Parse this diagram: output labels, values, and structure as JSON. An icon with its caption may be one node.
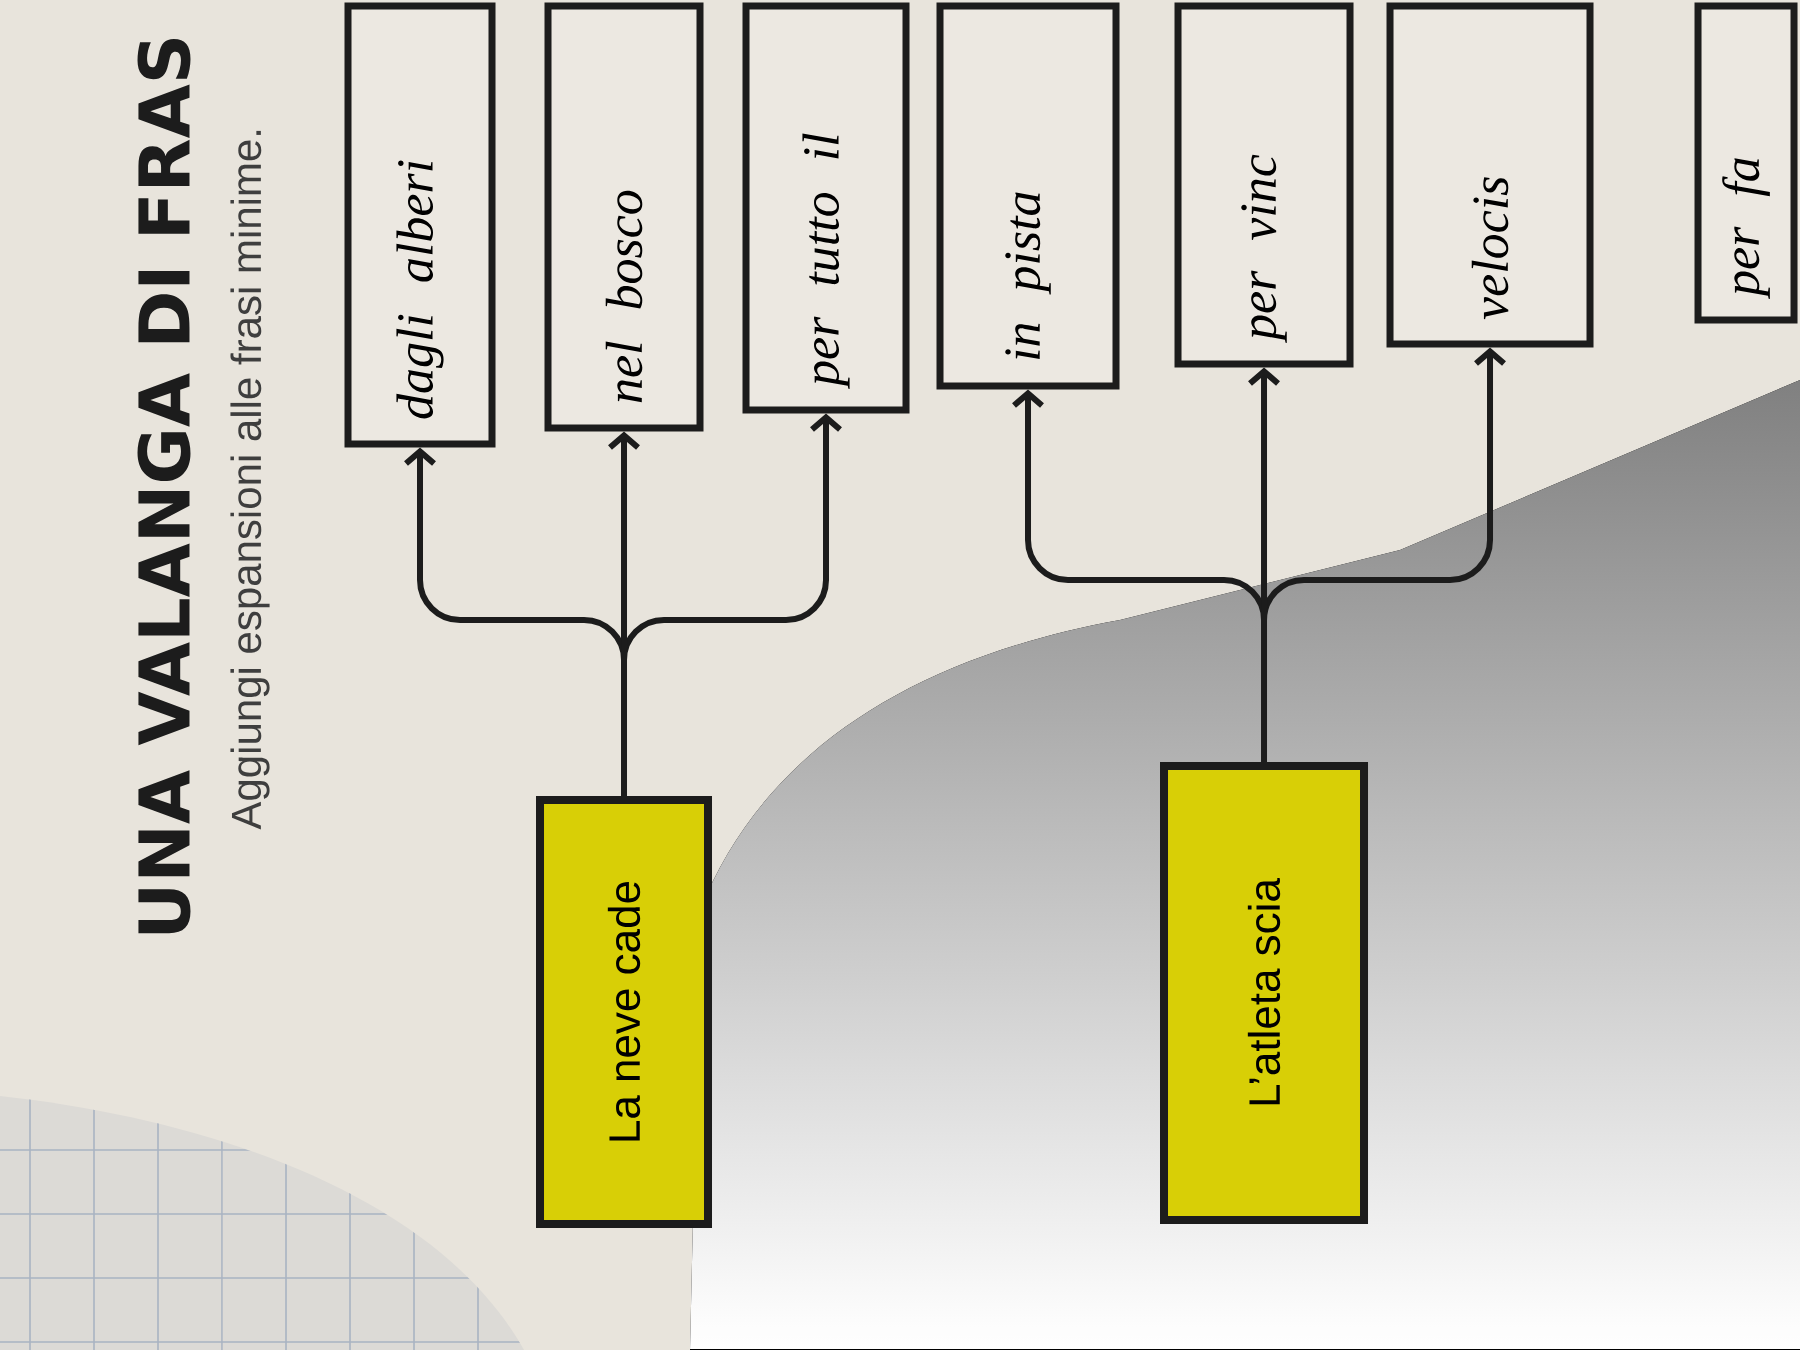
{
  "diagram": {
    "title": "UNA VALANGA DI FRAS",
    "nodes": [
      {
        "text": [
          "La neve cade"
        ]
      },
      {
        "text": [
          "dagli alberi"
        ]
      },
      {
        "text": [
          "nel bosco"
        ]
      },
      {
        "text": [
          "per tutto il"
        ]
      },
      {
        "text": [
          "L’atleta scia"
        ]
      },
      {
        "text": [
          "in pista"
        ]
      },
      {
        "text": [
          "per vinc"
        ]
      },
      {
        "text": [
          "velocis"
        ]
      },
      {
        "text": [
          "per fa"
        ]
      }
    ],
    "edges": [
      {
        "from": 0,
        "to": 1,
        "arrow": "to"
      },
      {
        "from": 0,
        "to": 2,
        "arrow": "to"
      },
      {
        "from": 0,
        "to": 3,
        "arrow": "to"
      },
      {
        "from": 4,
        "to": 5,
        "arrow": "to"
      },
      {
        "from": 4,
        "to": 6,
        "arrow": "to"
      },
      {
        "from": 4,
        "to": 7,
        "arrow": "to"
      }
    ],
    "labels": [
      "Aggiungi espansioni alle frasi minime."
    ]
  }
}
